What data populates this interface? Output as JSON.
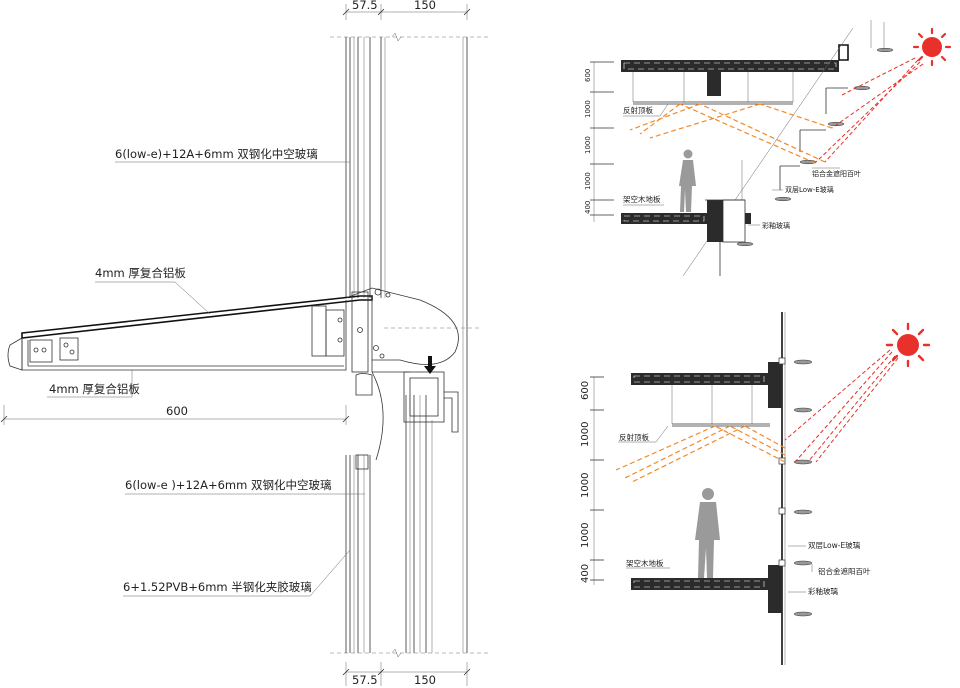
{
  "detail": {
    "dim_top_a": "57.5",
    "dim_top_b": "150",
    "dim_bottom_a": "57.5",
    "dim_bottom_b": "150",
    "dim_width": "600",
    "label_glass_top": "6(low-e)+12A+6mm 双钢化中空玻璃",
    "label_panel_top": "4mm 厚复合铝板",
    "label_panel_bottom": "4mm 厚复合铝板",
    "label_glass_mid": "6(low-e )+12A+6mm 双钢化中空玻璃",
    "label_glass_laminated": "6+1.52PVB+6mm 半钢化夹胶玻璃"
  },
  "section_top": {
    "dims": [
      "600",
      "1000",
      "1000",
      "1000",
      "400"
    ],
    "label_ceiling": "反射顶板",
    "label_floor": "架空木地板",
    "label_louver": "铝合金遮阳百叶",
    "label_lowe": "双层Low-E玻璃",
    "label_glaze": "彩釉玻璃"
  },
  "section_bottom": {
    "dims": [
      "600",
      "1000",
      "1000",
      "1000",
      "400"
    ],
    "label_ceiling": "反射顶板",
    "label_floor": "架空木地板",
    "label_lowe": "双层Low-E玻璃",
    "label_louver": "铝合金遮阳百叶",
    "label_glaze": "彩釉玻璃"
  },
  "colors": {
    "sun": "#e8312a",
    "sun_rays": "#e8312a",
    "reflection": "#f08a2a",
    "slab": "#2b2b2b",
    "person": "#9a9a9a"
  }
}
